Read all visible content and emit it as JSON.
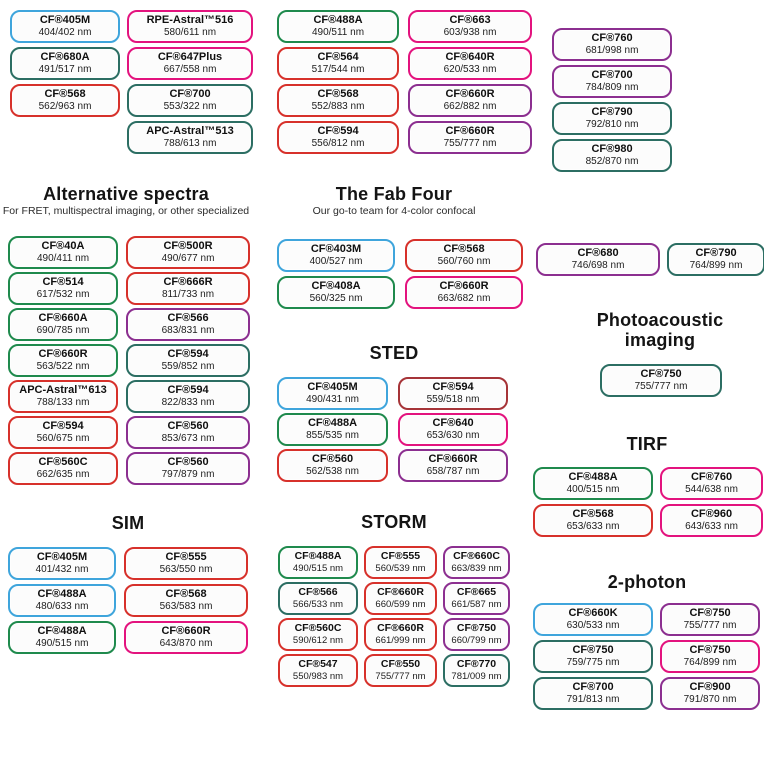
{
  "palette": {
    "blue": "#3fa5dc",
    "green": "#1f8a4d",
    "teal": "#2c6e63",
    "red": "#d7312b",
    "pink": "#e3137e",
    "purple": "#8c2f90",
    "maroon": "#a63438"
  },
  "chart_data": {
    "type": "table",
    "description": "CF dye pills grouped by imaging application; each entry shows dye name and ex/em wavelengths (nm)",
    "sections": [
      {
        "key": "top_left",
        "title": "",
        "subtitle": "",
        "columns": [
          [
            {
              "n": "CF®405M",
              "v": "404/402 nm",
              "c": "blue"
            },
            {
              "n": "CF®680A",
              "v": "491/517 nm",
              "c": "teal"
            },
            {
              "n": "CF®568",
              "v": "562/963 nm",
              "c": "red"
            }
          ],
          [
            {
              "n": "RPE-Astral™516",
              "v": "580/611 nm",
              "c": "pink"
            },
            {
              "n": "CF®647Plus",
              "v": "667/558 nm",
              "c": "pink"
            },
            {
              "n": "CF®700",
              "v": "553/322 nm",
              "c": "teal"
            },
            {
              "n": "APC-Astral™513",
              "v": "788/613 nm",
              "c": "teal"
            }
          ]
        ]
      },
      {
        "key": "top_mid",
        "title": "",
        "subtitle": "",
        "columns": [
          [
            {
              "n": "CF®488A",
              "v": "490/511 nm",
              "c": "green"
            },
            {
              "n": "CF®564",
              "v": "517/544 nm",
              "c": "red"
            },
            {
              "n": "CF®568",
              "v": "552/883 nm",
              "c": "red"
            },
            {
              "n": "CF®594",
              "v": "556/812 nm",
              "c": "red"
            }
          ],
          [
            {
              "n": "CF®663",
              "v": "603/938 nm",
              "c": "pink"
            },
            {
              "n": "CF®640R",
              "v": "620/533 nm",
              "c": "pink"
            },
            {
              "n": "CF®660R",
              "v": "662/882 nm",
              "c": "purple"
            },
            {
              "n": "CF®660R",
              "v": "755/777 nm",
              "c": "purple"
            }
          ]
        ]
      },
      {
        "key": "top_right",
        "title": "",
        "subtitle": "",
        "columns": [
          [
            {
              "n": "CF®760",
              "v": "681/998 nm",
              "c": "purple"
            },
            {
              "n": "CF®700",
              "v": "784/809 nm",
              "c": "purple"
            },
            {
              "n": "CF®790",
              "v": "792/810 nm",
              "c": "teal"
            },
            {
              "n": "CF®980",
              "v": "852/870 nm",
              "c": "teal"
            }
          ]
        ]
      },
      {
        "key": "alternative_spectra",
        "title": "Alternative spectra",
        "subtitle": "For FRET, multispectral imaging, or other specialized",
        "columns": [
          [
            {
              "n": "CF®40A",
              "v": "490/411 nm",
              "c": "green"
            },
            {
              "n": "CF®514",
              "v": "617/532 nm",
              "c": "green"
            },
            {
              "n": "CF®660A",
              "v": "690/785 nm",
              "c": "green"
            },
            {
              "n": "CF®660R",
              "v": "563/522 nm",
              "c": "green"
            },
            {
              "n": "APC-Astral™613",
              "v": "788/133 nm",
              "c": "red"
            },
            {
              "n": "CF®594",
              "v": "560/675 nm",
              "c": "red"
            },
            {
              "n": "CF®560C",
              "v": "662/635 nm",
              "c": "red"
            }
          ],
          [
            {
              "n": "CF®500R",
              "v": "490/677 nm",
              "c": "red"
            },
            {
              "n": "CF®666R",
              "v": "811/733 nm",
              "c": "red"
            },
            {
              "n": "CF®566",
              "v": "683/831 nm",
              "c": "purple"
            },
            {
              "n": "CF®594",
              "v": "559/852 nm",
              "c": "teal"
            },
            {
              "n": "CF®594",
              "v": "822/833 nm",
              "c": "teal"
            },
            {
              "n": "CF®560",
              "v": "853/673 nm",
              "c": "purple"
            },
            {
              "n": "CF®560",
              "v": "797/879 nm",
              "c": "purple"
            }
          ]
        ]
      },
      {
        "key": "fab_four",
        "title": "The Fab Four",
        "subtitle": "Our go-to team for 4-color confocal",
        "columns": [
          [
            {
              "n": "CF®403M",
              "v": "400/527 nm",
              "c": "blue"
            },
            {
              "n": "CF®408A",
              "v": "560/325 nm",
              "c": "green"
            }
          ],
          [
            {
              "n": "CF®568",
              "v": "560/760 nm",
              "c": "red"
            },
            {
              "n": "CF®660R",
              "v": "663/682 nm",
              "c": "pink"
            }
          ]
        ]
      },
      {
        "key": "right_pair",
        "title": "",
        "subtitle": "",
        "columns": [
          [
            {
              "n": "CF®680",
              "v": "746/698 nm",
              "c": "purple"
            }
          ],
          [
            {
              "n": "CF®790",
              "v": "764/899 nm",
              "c": "teal"
            }
          ]
        ]
      },
      {
        "key": "photoacoustic",
        "title": "Photoacoustic imaging",
        "subtitle": "",
        "columns": [
          [
            {
              "n": "CF®750",
              "v": "755/777 nm",
              "c": "teal"
            }
          ]
        ]
      },
      {
        "key": "sted",
        "title": "STED",
        "subtitle": "",
        "columns": [
          [
            {
              "n": "CF®405M",
              "v": "490/431 nm",
              "c": "blue"
            },
            {
              "n": "CF®488A",
              "v": "855/535 nm",
              "c": "green"
            },
            {
              "n": "CF®560",
              "v": "562/538 nm",
              "c": "red"
            }
          ],
          [
            {
              "n": "CF®594",
              "v": "559/518 nm",
              "c": "maroon"
            },
            {
              "n": "CF®640",
              "v": "653/630 nm",
              "c": "pink"
            },
            {
              "n": "CF®660R",
              "v": "658/787 nm",
              "c": "purple"
            }
          ]
        ]
      },
      {
        "key": "tirf",
        "title": "TIRF",
        "subtitle": "",
        "columns": [
          [
            {
              "n": "CF®488A",
              "v": "400/515 nm",
              "c": "green"
            },
            {
              "n": "CF®568",
              "v": "653/633 nm",
              "c": "red"
            }
          ],
          [
            {
              "n": "CF®760",
              "v": "544/638 nm",
              "c": "pink"
            },
            {
              "n": "CF®960",
              "v": "643/633 nm",
              "c": "pink"
            }
          ]
        ]
      },
      {
        "key": "sim",
        "title": "SIM",
        "subtitle": "",
        "columns": [
          [
            {
              "n": "CF®405M",
              "v": "401/432 nm",
              "c": "blue"
            },
            {
              "n": "CF®488A",
              "v": "480/633 nm",
              "c": "blue"
            },
            {
              "n": "CF®488A",
              "v": "490/515 nm",
              "c": "green"
            }
          ],
          [
            {
              "n": "CF®555",
              "v": "563/550 nm",
              "c": "red"
            },
            {
              "n": "CF®568",
              "v": "563/583 nm",
              "c": "red"
            },
            {
              "n": "CF®660R",
              "v": "643/870 nm",
              "c": "pink"
            }
          ]
        ]
      },
      {
        "key": "storm",
        "title": "STORM",
        "subtitle": "",
        "columns": [
          [
            {
              "n": "CF®488A",
              "v": "490/515 nm",
              "c": "green"
            },
            {
              "n": "CF®566",
              "v": "566/533 nm",
              "c": "teal"
            },
            {
              "n": "CF®560C",
              "v": "590/612 nm",
              "c": "red"
            },
            {
              "n": "CF®547",
              "v": "550/983 nm",
              "c": "red"
            }
          ],
          [
            {
              "n": "CF®555",
              "v": "560/539 nm",
              "c": "red"
            },
            {
              "n": "CF®660R",
              "v": "660/599 nm",
              "c": "red"
            },
            {
              "n": "CF®660R",
              "v": "661/999 nm",
              "c": "red"
            },
            {
              "n": "CF®550",
              "v": "755/777 nm",
              "c": "red"
            }
          ],
          [
            {
              "n": "CF®660C",
              "v": "663/839 nm",
              "c": "purple"
            },
            {
              "n": "CF®665",
              "v": "661/587 nm",
              "c": "purple"
            },
            {
              "n": "CF®750",
              "v": "660/799 nm",
              "c": "purple"
            },
            {
              "n": "CF®770",
              "v": "781/009 nm",
              "c": "teal"
            }
          ]
        ]
      },
      {
        "key": "two_photon",
        "title": "2-photon",
        "subtitle": "",
        "columns": [
          [
            {
              "n": "CF®660K",
              "v": "630/533 nm",
              "c": "blue"
            },
            {
              "n": "CF®750",
              "v": "759/775 nm",
              "c": "teal"
            },
            {
              "n": "CF®700",
              "v": "791/813 nm",
              "c": "teal"
            }
          ],
          [
            {
              "n": "CF®750",
              "v": "755/777 nm",
              "c": "purple"
            },
            {
              "n": "CF®750",
              "v": "764/899 nm",
              "c": "pink"
            },
            {
              "n": "CF®900",
              "v": "791/870 nm",
              "c": "purple"
            }
          ]
        ]
      }
    ]
  }
}
